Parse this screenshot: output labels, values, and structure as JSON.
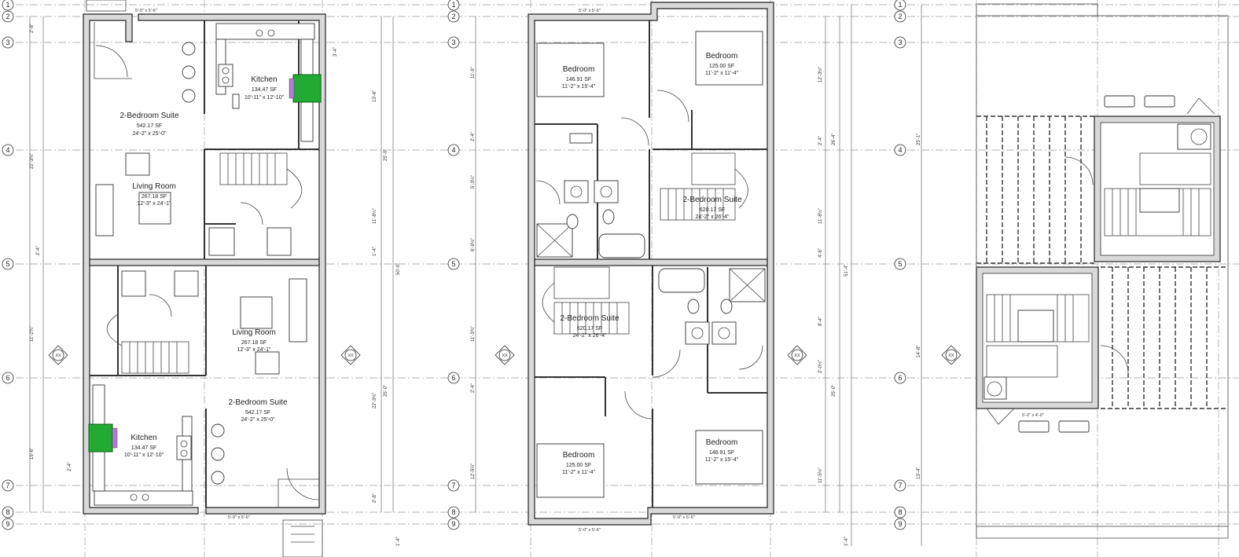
{
  "grid_bubbles": [
    "1",
    "2",
    "3",
    "4",
    "5",
    "6",
    "7",
    "8",
    "9"
  ],
  "plans": {
    "main": {
      "upper_suite": {
        "name": "2-Bedroom Suite",
        "area": "542.17 SF",
        "size": "24'-2\" x 25'-0\""
      },
      "upper_kitchen": {
        "name": "Kitchen",
        "area": "134.47 SF",
        "size": "10'-11\" x 12'-10\""
      },
      "upper_living": {
        "name": "Living Room",
        "area": "267.18 SF",
        "size": "12'-3\" x 24'-1\""
      },
      "lower_suite": {
        "name": "2-Bedroom Suite",
        "area": "542.17 SF",
        "size": "24'-2\" x 25'-0\""
      },
      "lower_kitchen": {
        "name": "Kitchen",
        "area": "134.47 SF",
        "size": "10'-11\" x 12'-10\""
      },
      "lower_living": {
        "name": "Living Room",
        "area": "267.18 SF",
        "size": "12'-3\" x 24'-1\""
      },
      "dims": [
        "2'-8\"",
        "3'-4\"",
        "22'-3¾\"",
        "2'-4\"",
        "11'-2¾\"",
        "22'-3¾\"",
        "15'-6\"",
        "2'-4\"",
        "1'-4\"",
        "25'-0\"",
        "11'-8½\"",
        "50'-0\"",
        "25'-0\"",
        "13'-6\"",
        "2'-8\"",
        "1'-4\""
      ],
      "door_width": "5'-0\" x 5'-6\""
    },
    "second": {
      "bed_tl": {
        "name": "Bedroom",
        "area": "146.91 SF",
        "size": "11'-2\" x 15'-4\""
      },
      "bed_tr": {
        "name": "Bedroom",
        "area": "125.00 SF",
        "size": "11'-2\" x 11'-4\""
      },
      "suite_upper": {
        "name": "2-Bedroom Suite",
        "area": "620.17 SF",
        "size": "24'-2\" x 26'-4\""
      },
      "suite_lower": {
        "name": "2-Bedroom Suite",
        "area": "620.17 SF",
        "size": "24'-2\" x 26'-4\""
      },
      "bed_bl": {
        "name": "Bedroom",
        "area": "125.00 SF",
        "size": "11'-2\" x 11'-4\""
      },
      "bed_br": {
        "name": "Bedroom",
        "area": "146.91 SF",
        "size": "11'-2\" x 15'-4\""
      },
      "dims": [
        "11'-9\"",
        "2'-4\"",
        "5'-3½\"",
        "6'-9½\"",
        "11'-3¾\"",
        "2'-4\"",
        "12'-5½\"",
        "12'-3½\"",
        "2'-4\"",
        "11'-8½\"",
        "4'-6\"",
        "8'-4\"",
        "2'-0½\"",
        "11'-5½\"",
        "26'-4\"",
        "25'-0\"",
        "51'-4\"",
        "1'-4\""
      ],
      "door_width": "5'-0\" x 5'-6\""
    },
    "roof": {
      "dims": [
        "25'-1\"",
        "14'-8\"",
        "13'-4\""
      ],
      "door_width": "5'-0\" x 4'-0\""
    }
  },
  "section_markers": [
    "XX",
    "XX",
    "XX",
    "XX",
    "XX"
  ]
}
